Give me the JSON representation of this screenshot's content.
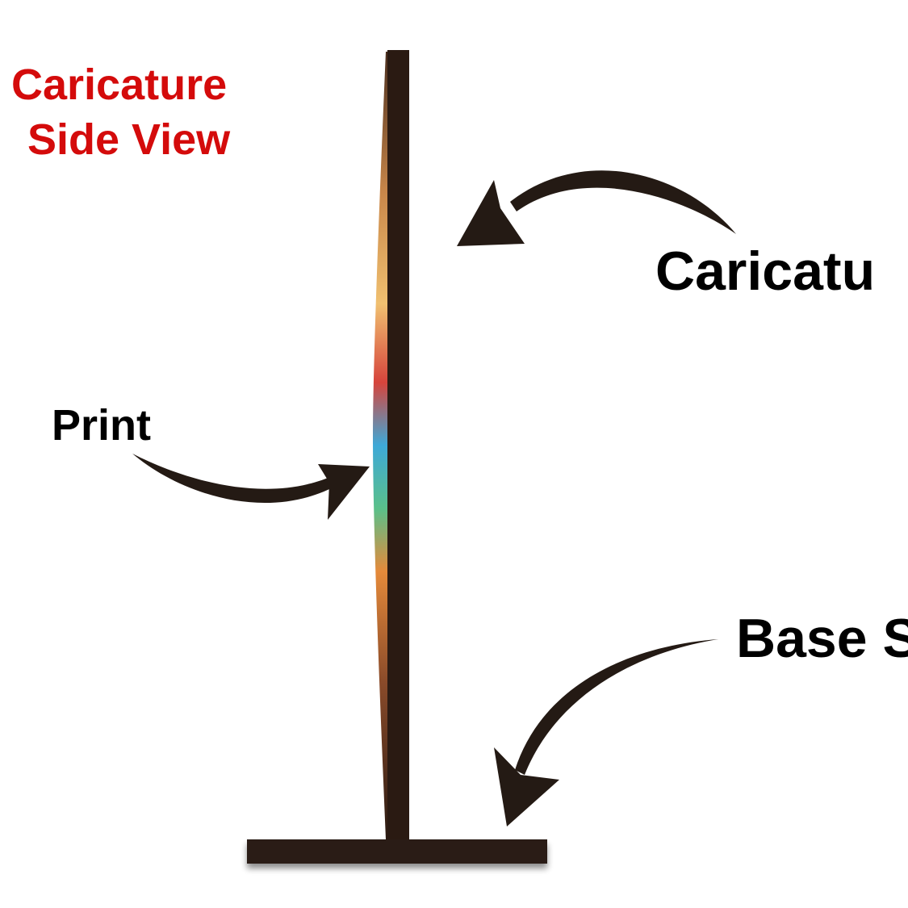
{
  "colors": {
    "title": "#d40b0b",
    "label": "#000000",
    "stand": "#2a1a12",
    "arrow": "#241a14",
    "print_band": [
      "#f0c070",
      "#3ea9d8",
      "#d6443c",
      "#5ac08a",
      "#e58a3a"
    ]
  },
  "title": {
    "line1": "Caricature",
    "line2": "Side View"
  },
  "callouts": {
    "print": "Print",
    "caricature": "Caricatu",
    "base": "Base S"
  },
  "icons": {
    "stand": "stand-side-view-icon",
    "arrow": "curved-arrow-icon"
  }
}
